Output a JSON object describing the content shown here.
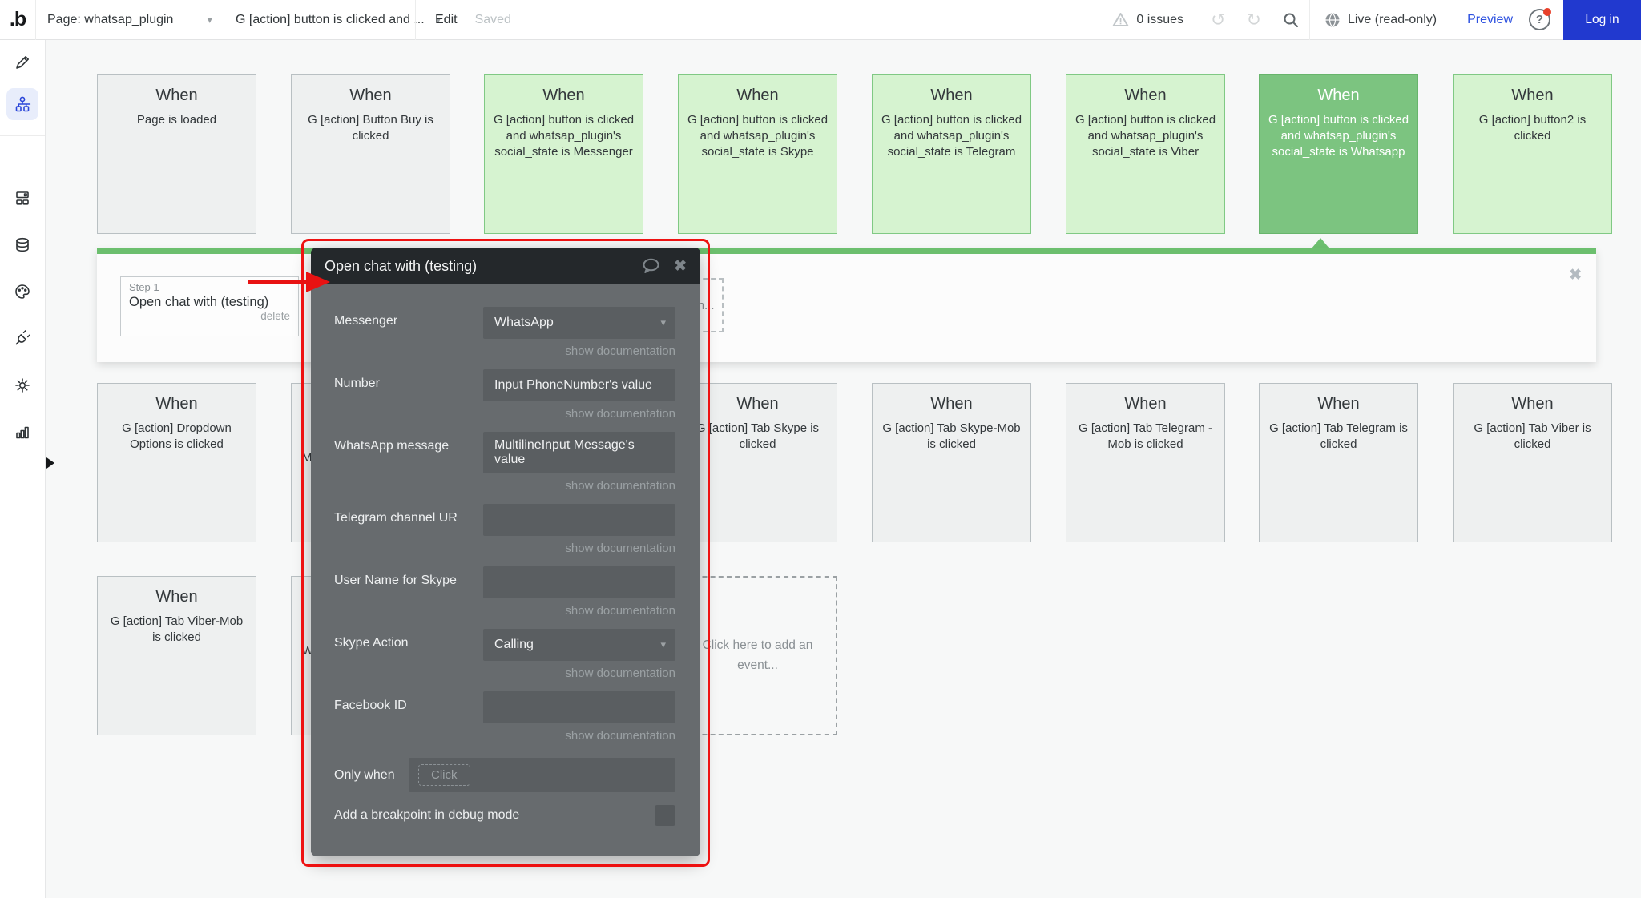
{
  "header": {
    "logo": ".b",
    "page_selector": "Page: whatsap_plugin",
    "workflow_selector": "G [action] button is clicked and ...",
    "edit": "Edit",
    "saved": "Saved",
    "issues": "0 issues",
    "live": "Live (read-only)",
    "preview": "Preview",
    "help": "?",
    "login": "Log in"
  },
  "sidebar": {
    "active_item": "workflow",
    "items": [
      "design",
      "workflow",
      "elements",
      "database",
      "styles",
      "plugins",
      "settings",
      "logs"
    ]
  },
  "canvas": {
    "cards": [
      {
        "row": 0,
        "col": 0,
        "variant": "gray",
        "title": "When",
        "body": "Page is loaded"
      },
      {
        "row": 0,
        "col": 1,
        "variant": "gray",
        "title": "When",
        "body": "G [action] Button Buy is clicked"
      },
      {
        "row": 0,
        "col": 2,
        "variant": "green",
        "title": "When",
        "body": "G [action] button is clicked and whatsap_plugin's social_state is Messenger"
      },
      {
        "row": 0,
        "col": 3,
        "variant": "green",
        "title": "When",
        "body": "G [action] button is clicked and whatsap_plugin's social_state is Skype"
      },
      {
        "row": 0,
        "col": 4,
        "variant": "green",
        "title": "When",
        "body": "G [action] button is clicked and whatsap_plugin's social_state is Telegram"
      },
      {
        "row": 0,
        "col": 5,
        "variant": "green",
        "title": "When",
        "body": "G [action] button is clicked and whatsap_plugin's social_state is Viber"
      },
      {
        "row": 0,
        "col": 6,
        "variant": "selected",
        "title": "When",
        "body": "G [action] button is clicked and whatsap_plugin's social_state is Whatsapp"
      },
      {
        "row": 0,
        "col": 7,
        "variant": "green",
        "title": "When",
        "body": "G [action] button2 is clicked"
      },
      {
        "row": 1,
        "col": 0,
        "variant": "gray",
        "title": "When",
        "body": "G [action] Dropdown Options is clicked"
      },
      {
        "row": 1,
        "col": 1,
        "variant": "gray",
        "title": "",
        "body": "",
        "fragment": "M"
      },
      {
        "row": 1,
        "col": 3,
        "variant": "gray",
        "title": "When",
        "body": "G [action] Tab Skype is clicked"
      },
      {
        "row": 1,
        "col": 4,
        "variant": "gray",
        "title": "When",
        "body": "G [action] Tab Skype-Mob is clicked"
      },
      {
        "row": 1,
        "col": 5,
        "variant": "gray",
        "title": "When",
        "body": "G [action] Tab Telegram - Mob is clicked"
      },
      {
        "row": 1,
        "col": 6,
        "variant": "gray",
        "title": "When",
        "body": "G [action] Tab Telegram is clicked"
      },
      {
        "row": 1,
        "col": 7,
        "variant": "gray",
        "title": "When",
        "body": "G [action] Tab Viber is clicked"
      },
      {
        "row": 2,
        "col": 0,
        "variant": "gray",
        "title": "When",
        "body": "G [action] Tab Viber-Mob is clicked"
      },
      {
        "row": 2,
        "col": 1,
        "variant": "gray",
        "title": "",
        "body": "",
        "fragment": "W"
      }
    ],
    "add_event_box": {
      "row": 2,
      "col": 3,
      "text": "Click here to add an event..."
    },
    "step_panel": {
      "step_label": "Step 1",
      "step_title": "Open chat with (testing)",
      "delete_label": "delete",
      "add_action_text": "Click here to add an action..."
    }
  },
  "modal": {
    "title": "Open chat with (testing)",
    "doc_link": "show documentation",
    "fields": [
      {
        "label": "Messenger",
        "type": "select",
        "value": "WhatsApp"
      },
      {
        "label": "Number",
        "type": "expression",
        "value": "Input PhoneNumber's value"
      },
      {
        "label": "WhatsApp message",
        "type": "expression",
        "value": "MultilineInput Message's value"
      },
      {
        "label": "Telegram channel UR",
        "type": "input",
        "value": ""
      },
      {
        "label": "User Name for Skype",
        "type": "input",
        "value": ""
      },
      {
        "label": "Skype Action",
        "type": "select",
        "value": "Calling"
      },
      {
        "label": "Facebook ID",
        "type": "input",
        "value": ""
      }
    ],
    "only_when": {
      "label": "Only when",
      "chip": "Click"
    },
    "breakpoint_label": "Add a breakpoint in debug mode"
  },
  "colors": {
    "accent_green": "#6cbf6e",
    "card_green": "#d6f3d0",
    "selected_green": "#7cc480",
    "modal_dark": "#24282b",
    "modal_gray": "#676b6e",
    "expression_blue": "#6d9ed9",
    "annotation_red": "#ee1212",
    "login_blue": "#2139cf",
    "link_blue": "#2e52e0"
  }
}
